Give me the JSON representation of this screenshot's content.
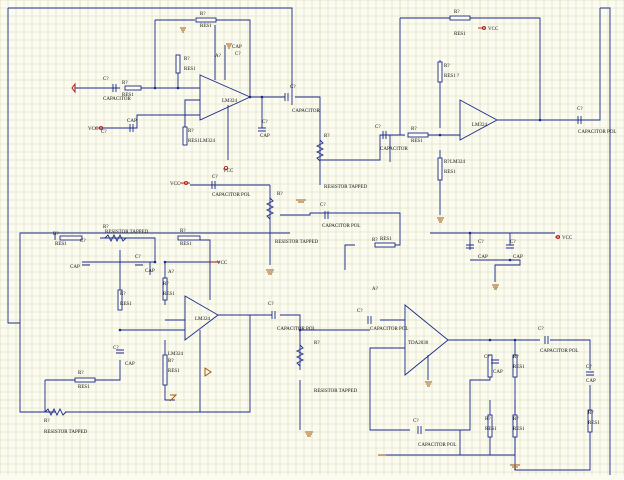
{
  "labels": {
    "r": "R?",
    "res": "RES1",
    "c": "C?",
    "cap": "CAP",
    "capacitor": "CAPACITOR",
    "cap_pol": "CAPACITOR POL",
    "cap_pol_alt": "CAPACITOR POL",
    "res_tapped": "RESISTOR TAPPED",
    "opamp": "LM324",
    "amp": "TDA2030",
    "u": "A?",
    "vcc": "VCC",
    "res_adj": "RES1 ?",
    "cappol_top": "CAPACITOR"
  },
  "colors": {
    "wire": "#1a2a8a",
    "power": "#b01010",
    "ground": "#a05a10",
    "grid": "#d8d8b8",
    "background": "#fbfbf0"
  }
}
